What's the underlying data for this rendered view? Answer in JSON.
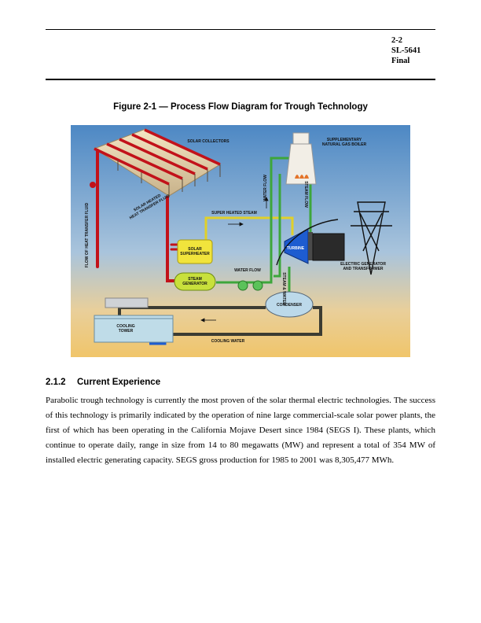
{
  "header": {
    "page_num": "2-2",
    "doc_id": "SL-5641",
    "status": "Final"
  },
  "figure": {
    "caption": "Figure 2-1 — Process Flow Diagram for Trough Technology",
    "labels": {
      "solar_collectors": "SOLAR COLLECTORS",
      "supplementary_1": "SUPPLEMENTARY",
      "supplementary_2": "NATURAL GAS BOILER",
      "solar_heated_1": "SOLAR HEATED",
      "solar_heated_2": "HEAT TRANSFER FLUID",
      "flow_htf": "FLOW OF HEAT TRANSFER FLUID",
      "water_flow_v": "WATER FLOW",
      "steam_flow": "STEAM FLOW",
      "super_heated_steam": "SUPER HEATED STEAM",
      "solar_1": "SOLAR",
      "solar_2": "SUPERHEATER",
      "turbine": "TURBINE",
      "elec_1": "ELECTRIC GENERATOR",
      "elec_2": "AND TRANSFORMER",
      "water_flow_h": "WATER FLOW",
      "steam_gen_1": "STEAM",
      "steam_gen_2": "GENERATOR",
      "steam_water": "STEAM & WATER",
      "condenser": "CONDENSER",
      "cooling_1": "COOLING",
      "cooling_2": "TOWER",
      "cooling_water": "COOLING WATER"
    }
  },
  "section": {
    "number": "2.1.2",
    "title": "Current Experience",
    "body": "Parabolic trough technology is currently the most proven of the solar thermal electric technologies. The success of this technology is primarily indicated by the operation of nine large commercial-scale solar power plants, the first of which has been operating in the California Mojave Desert since 1984 (SEGS I). These plants, which continue to operate daily, range in size from 14 to 80 megawatts (MW) and represent a total of 354 MW of installed electric generating capacity. SEGS gross production for 1985 to 2001 was 8,305,477 MWh."
  }
}
